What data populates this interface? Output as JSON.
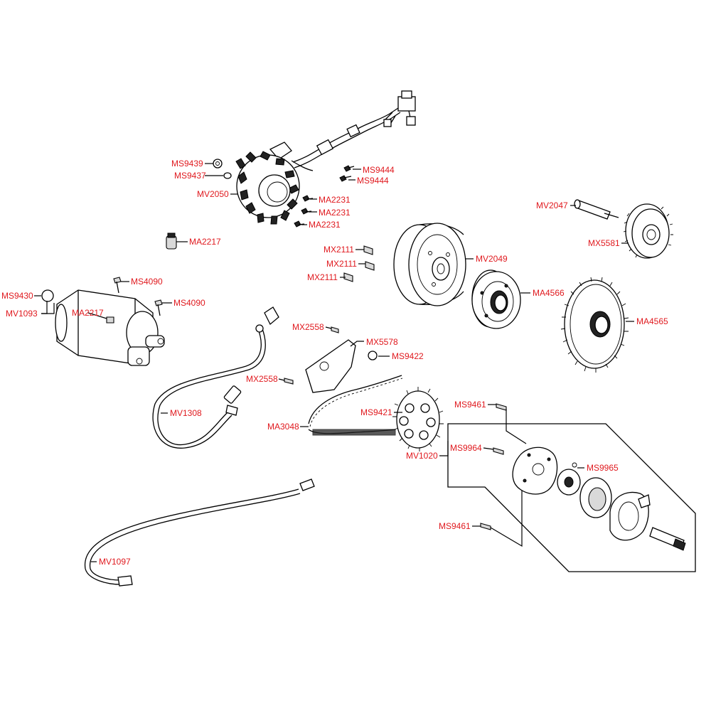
{
  "colors": {
    "label": "#e0191e",
    "line": "#000000",
    "background": "#ffffff"
  },
  "labels": {
    "ms9439": "MS9439",
    "ms9437": "MS9437",
    "mv2050": "MV2050",
    "ms9444_a": "MS9444",
    "ms9444_b": "MS9444",
    "ma2231_a": "MA2231",
    "ma2231_b": "MA2231",
    "ma2231_c": "MA2231",
    "ma2217_top": "MA2217",
    "mv2047": "MV2047",
    "mx5581": "MX5581",
    "mx2111_a": "MX2111",
    "mx2111_b": "MX2111",
    "mx2111_c": "MX2111",
    "mv2049": "MV2049",
    "ma4566": "MA4566",
    "ma4565": "MA4565",
    "ms9430": "MS9430",
    "mv1093": "MV1093",
    "ma2217_motor": "MA2217",
    "ms4090_a": "MS4090",
    "ms4090_b": "MS4090",
    "mx2558_a": "MX2558",
    "mx5578": "MX5578",
    "ms9422": "MS9422",
    "mx2558_b": "MX2558",
    "mv1308": "MV1308",
    "ms9421": "MS9421",
    "ms9461_a": "MS9461",
    "ma3048": "MA3048",
    "ms9964": "MS9964",
    "mv1020": "MV1020",
    "ms9965": "MS9965",
    "ms9461_b": "MS9461",
    "mv1097": "MV1097"
  }
}
